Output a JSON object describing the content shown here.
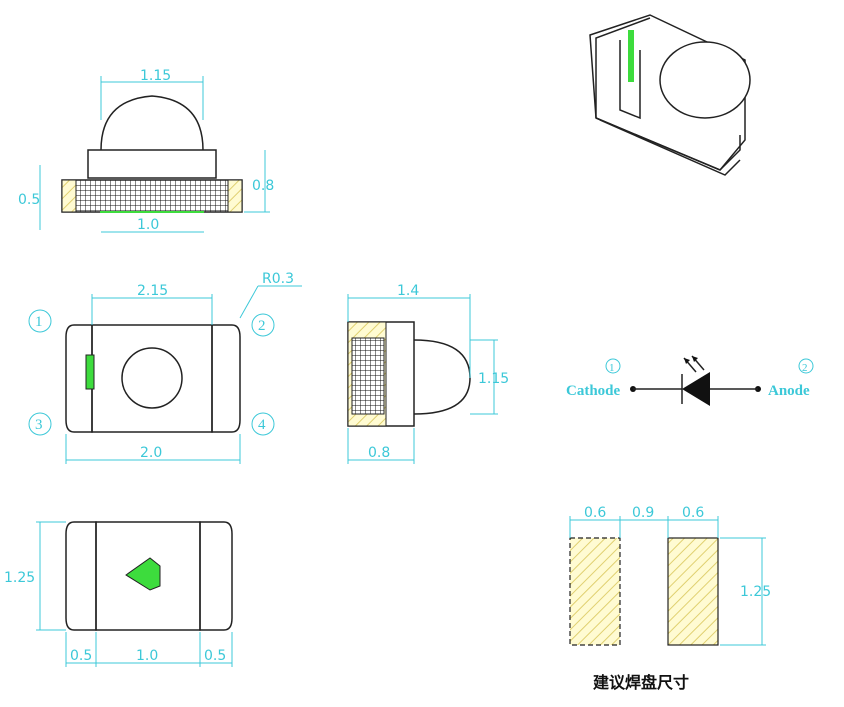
{
  "front_view": {
    "width_top": "1.15",
    "height_left": "0.5",
    "height_right": "0.8",
    "width_bottom": "1.0"
  },
  "top_view": {
    "width_top": "2.15",
    "radius": "R0.3",
    "width_bottom": "2.0",
    "pins": [
      "1",
      "2",
      "3",
      "4"
    ]
  },
  "side_view": {
    "width_top": "1.4",
    "height_right": "1.15",
    "width_bottom": "0.8"
  },
  "bottom_view": {
    "height_left": "1.25",
    "w_left": "0.5",
    "w_mid": "1.0",
    "w_right": "0.5"
  },
  "schematic": {
    "pin1": "1",
    "pin2": "2",
    "cathode": "Cathode",
    "anode": "Anode"
  },
  "pads": {
    "w1": "0.6",
    "gap": "0.9",
    "w2": "0.6",
    "height": "1.25",
    "caption": "建议焊盘尺寸"
  },
  "colors": {
    "dimension": "#3cc8d8",
    "pad_fill": "#fffbd2",
    "pad_hatch": "#e0d070",
    "green": "#3ddc3d",
    "line": "#222222"
  }
}
